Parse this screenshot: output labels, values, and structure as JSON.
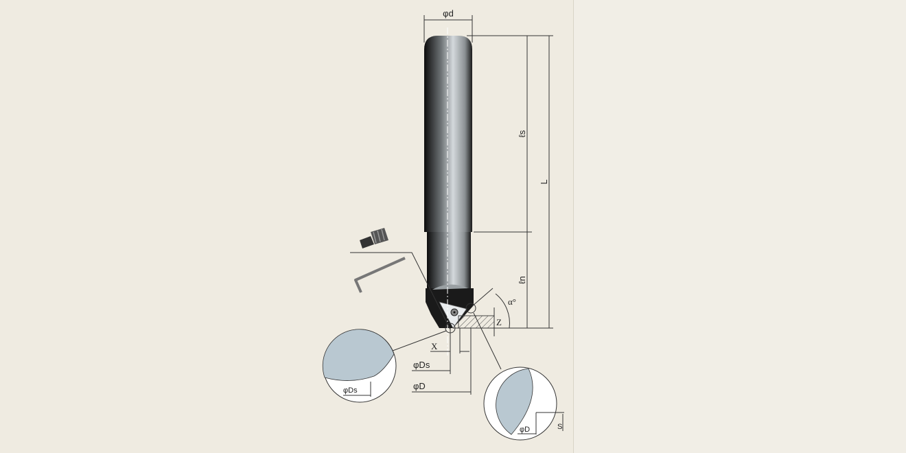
{
  "labels": {
    "shank_diameter": "φd",
    "shank_length": "ℓs",
    "overall_length": "L",
    "neck_length": "ℓn",
    "angle": "α°",
    "z": "Z",
    "x": "X",
    "ds": "φDs",
    "d": "φD",
    "detail_ds": "φDs",
    "detail_d": "φD",
    "s": "S"
  },
  "colors": {
    "background": "#efebe1",
    "detail_fill": "#b9c8d1"
  }
}
